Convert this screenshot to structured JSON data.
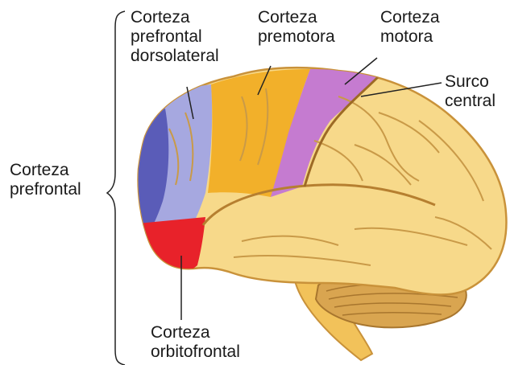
{
  "labels": {
    "prefrontal": [
      "Corteza",
      "prefrontal"
    ],
    "dorsolateral": [
      "Corteza",
      "prefrontal",
      "dorsolateral"
    ],
    "premotor": [
      "Corteza",
      "premotora"
    ],
    "motor": [
      "Corteza",
      "motora"
    ],
    "central_sulcus": [
      "Surco",
      "central"
    ],
    "orbitofrontal": [
      "Corteza",
      "orbitofrontal"
    ]
  },
  "colors": {
    "cortex": "#f7d98a",
    "cortex_shadow": "#d9a84a",
    "dorsolateral": "#a6a8e0",
    "dorsolateral_dark": "#4c4fb0",
    "premotor": "#f2b02a",
    "motor": "#c57bd0",
    "orbitofrontal": "#e8222a",
    "cerebellum": "#d9a550",
    "brainstem": "#f2c25a"
  }
}
